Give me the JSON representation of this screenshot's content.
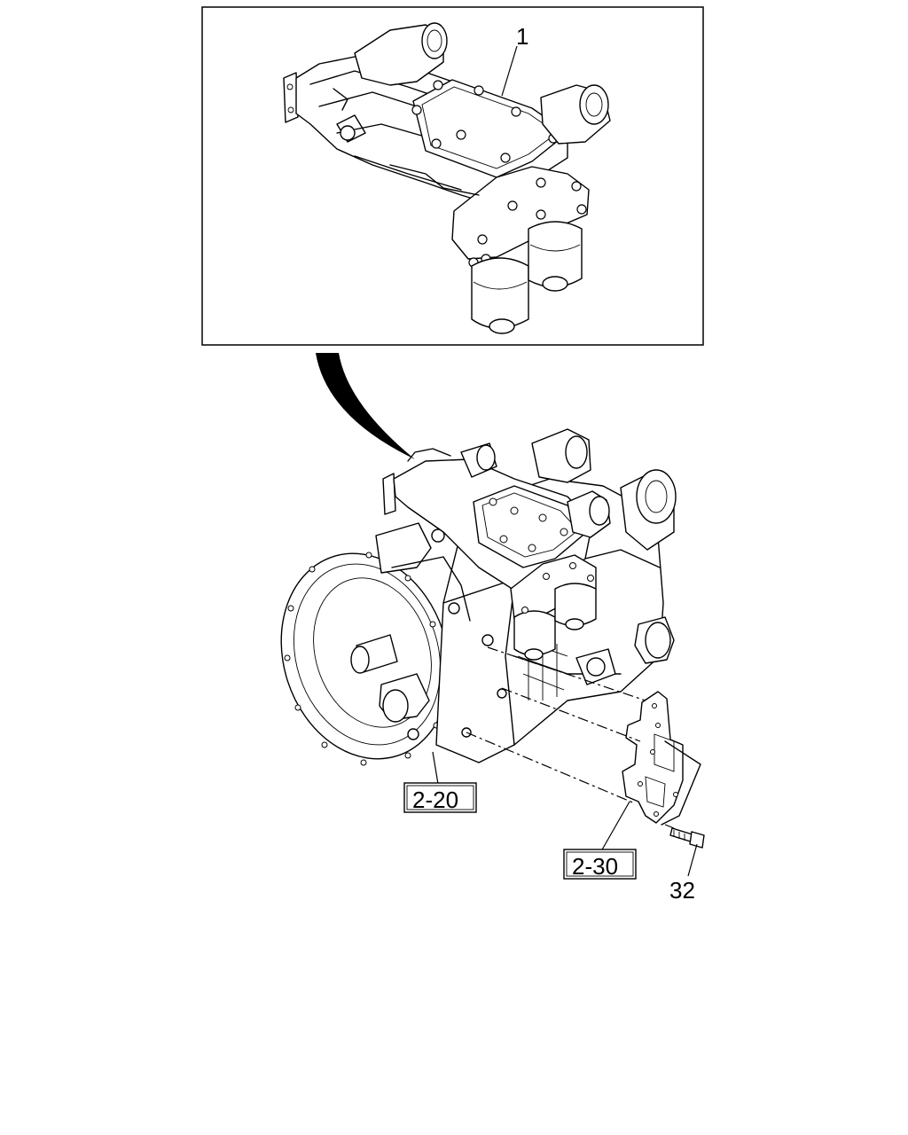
{
  "callouts": {
    "item_1": "1",
    "item_32": "32"
  },
  "references": {
    "ref_2_20": "2-20",
    "ref_2_30": "2-30"
  }
}
